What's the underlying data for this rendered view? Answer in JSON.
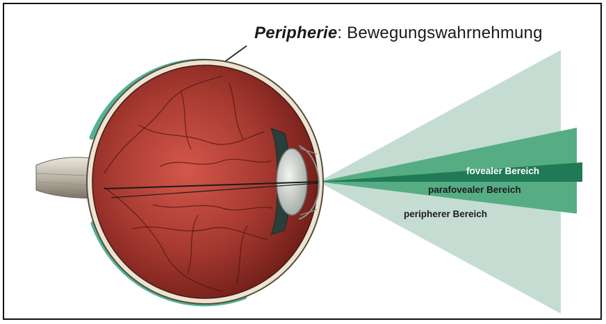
{
  "title": {
    "emphasis": "Peripherie",
    "rest": ": Bewegungswahrnehmung"
  },
  "zones": {
    "foveal": "fovealer Bereich",
    "parafoveal": "parafovealer Bereich",
    "peripheral": "peripherer Bereich"
  },
  "colors": {
    "frame": "#111111",
    "peripheral_cone": "#c5dcd3",
    "parafoveal_cone": "#4fa97f",
    "foveal_cone": "#1f7a55",
    "periphery_arc": "#4fb394",
    "eye_tissue": "#a83a32",
    "eye_dark": "#6a1814",
    "sclera": "#ebe4d2"
  },
  "icons": {
    "eye": "eyeball-cross-section-icon",
    "optic_nerve": "optic-nerve-icon"
  }
}
